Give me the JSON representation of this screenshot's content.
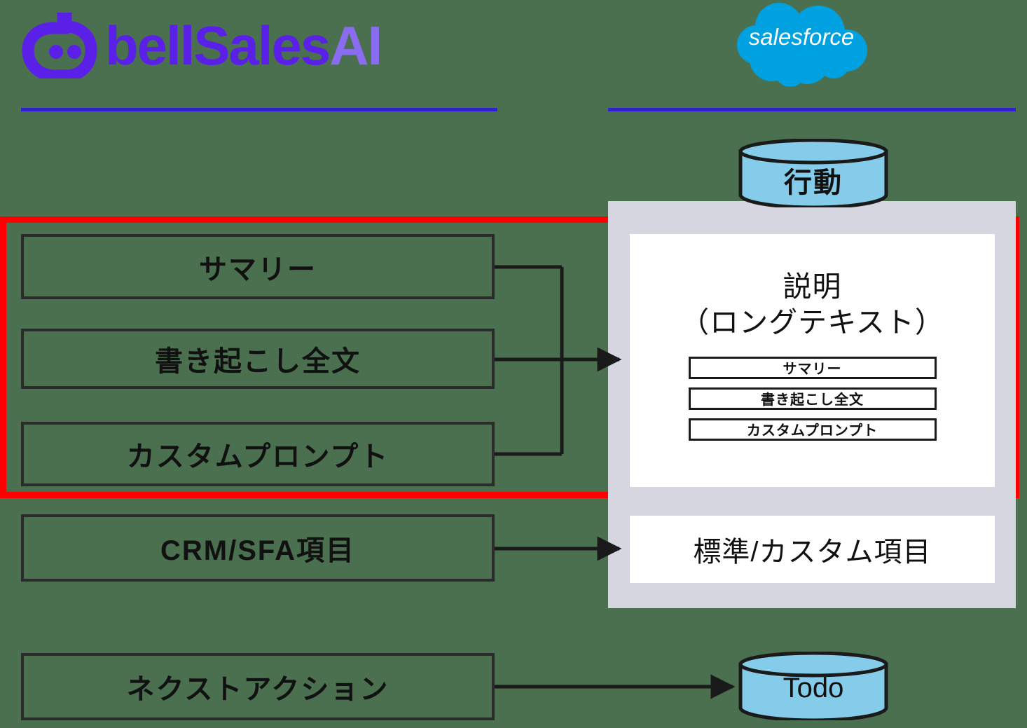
{
  "header": {
    "brand_name": "bellSales",
    "brand_suffix": "AI",
    "brand_color": "#5b20e8",
    "brand_suffix_color": "#8a6cf0",
    "divider_color": "#2f1fd0",
    "partner_logo_text": "salesforce",
    "partner_logo_color": "#00a1e0"
  },
  "highlight": {
    "color": "#ff0000"
  },
  "left_column": {
    "items": [
      {
        "label": "サマリー"
      },
      {
        "label": "書き起こし全文"
      },
      {
        "label": "カスタムプロンプト"
      },
      {
        "label": "CRM/SFA項目"
      },
      {
        "label": "ネクストアクション"
      }
    ]
  },
  "right_column": {
    "panel_color": "#d5d6e0",
    "cylinder_color": "#85ccea",
    "top_cylinder": {
      "label": "行動"
    },
    "bottom_cylinder": {
      "label": "Todo"
    },
    "description_box": {
      "title_line1": "説明",
      "title_line2": "（ロングテキスト）",
      "inner_items": [
        {
          "label": "サマリー"
        },
        {
          "label": "書き起こし全文"
        },
        {
          "label": "カスタムプロンプト"
        }
      ]
    },
    "custom_field_box": {
      "label": "標準/カスタム項目"
    }
  }
}
